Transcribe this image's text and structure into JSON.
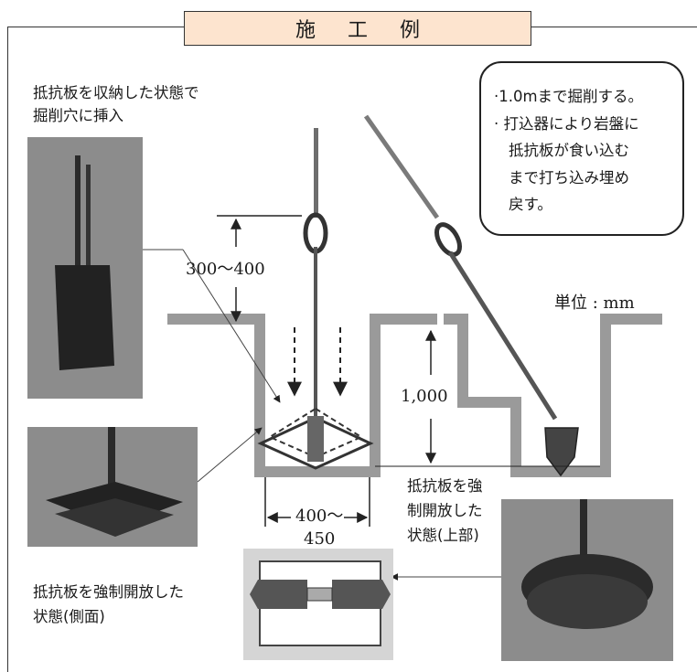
{
  "title": "施 工 例",
  "note": {
    "lines": [
      "·1.0mまで掘削する。",
      "· 打込器により岩盤に",
      "抵抗板が食い込む",
      "まで打ち込み埋め",
      "戻す。"
    ]
  },
  "labels": {
    "insert_line1": "抵抗板を収納した状態で",
    "insert_line2": "掘削穴に挿入",
    "top_open_line1": "抵抗板を強",
    "top_open_line2": "制開放した",
    "top_open_line3": "状態(上部)",
    "side_open_line1": "抵抗板を強制開放した",
    "side_open_line2": "状態(側面)"
  },
  "dimensions": {
    "top_gap": "300〜400",
    "depth": "1,000",
    "width_line1": "400〜",
    "width_line2": "450",
    "unit": "単位 : mm"
  },
  "colors": {
    "title_bg": "#fde4cf",
    "ground": "#9a9a9a",
    "photo_bg": "#8c8c8c"
  }
}
